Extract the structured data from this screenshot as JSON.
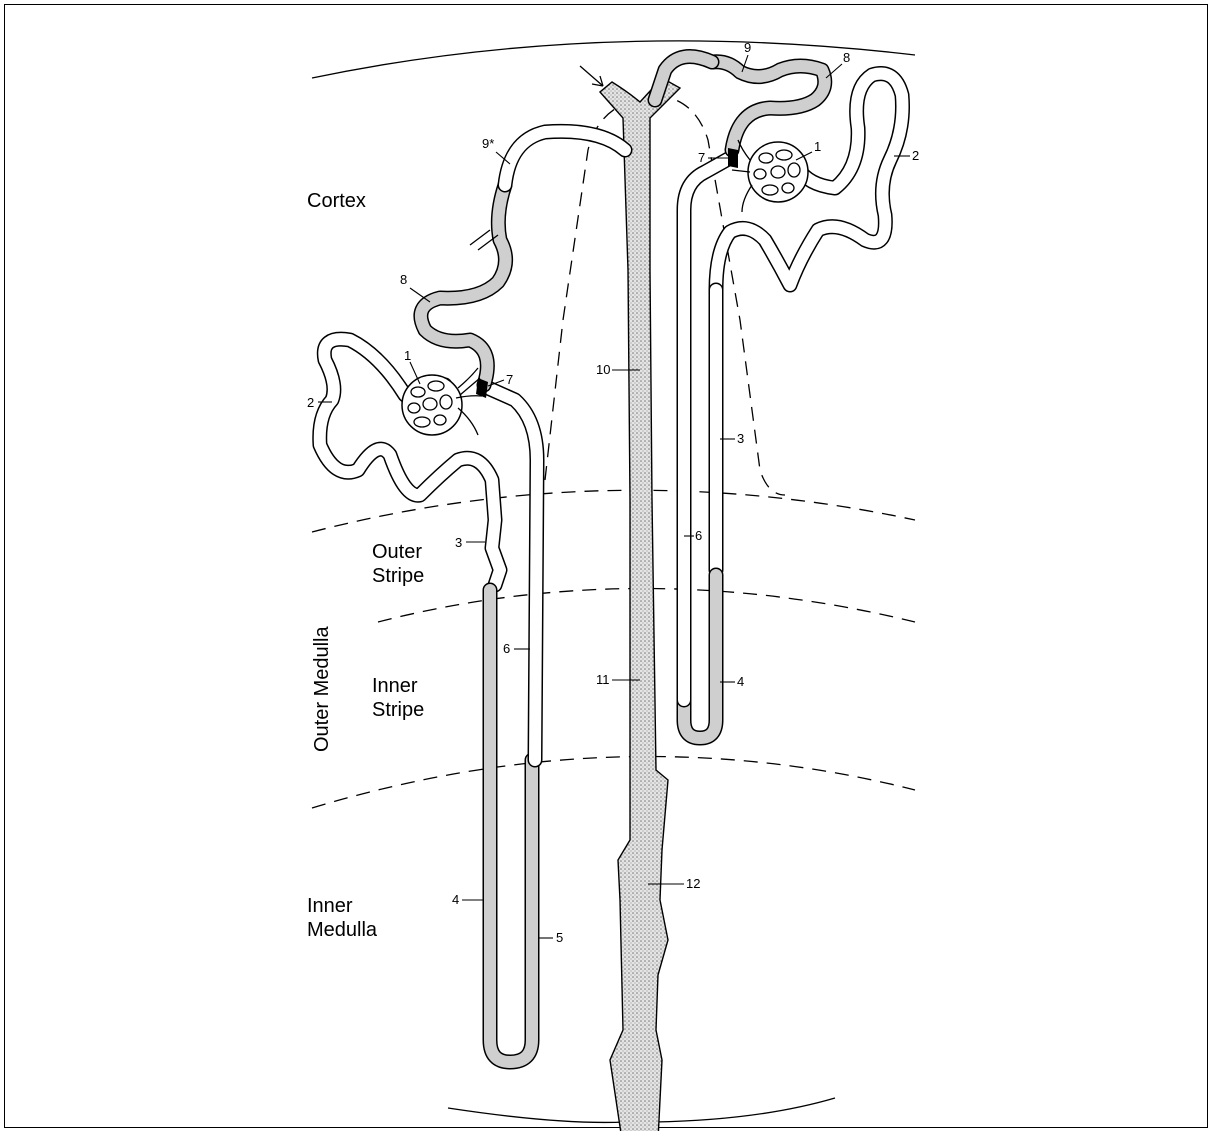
{
  "zones": {
    "cortex": "Cortex",
    "outer_stripe_line1": "Outer",
    "outer_stripe_line2": "Stripe",
    "outer_medulla": "Outer Medulla",
    "inner_stripe_line1": "Inner",
    "inner_stripe_line2": "Stripe",
    "inner_medulla_line1": "Inner",
    "inner_medulla_line2": "Medulla"
  },
  "labels": {
    "long_loop": {
      "glomerulus": "1",
      "proximal_convoluted": "2",
      "proximal_straight": "3",
      "thin_descending": "4",
      "thin_ascending": "5",
      "thick_ascending": "6",
      "macula_densa": "7",
      "distal_convoluted": "8",
      "connecting_tubule": "9*"
    },
    "short_loop": {
      "glomerulus": "1",
      "proximal_convoluted": "2",
      "proximal_straight": "3",
      "thin_descending": "4",
      "thick_ascending": "6",
      "macula_densa": "7",
      "distal_convoluted": "8",
      "connecting_tubule": "9"
    },
    "collecting_duct": {
      "cortical": "10",
      "outer_medullary": "11",
      "inner_medullary": "12"
    }
  },
  "colors": {
    "line": "#000000",
    "stipple": "#cfcfcf",
    "background": "#ffffff"
  }
}
